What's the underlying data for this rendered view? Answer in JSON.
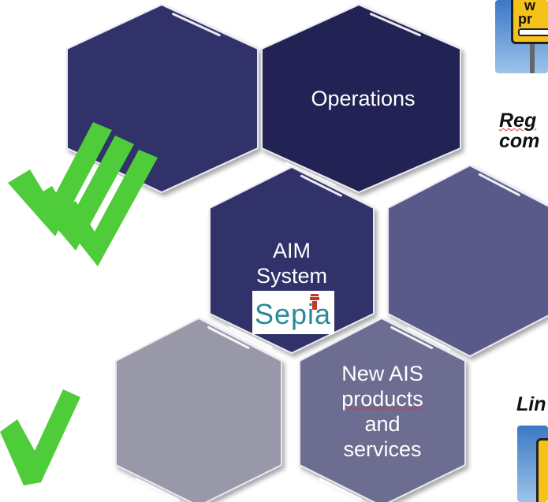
{
  "hexagons": [
    {
      "id": "top-left",
      "color": "#31316a",
      "text": []
    },
    {
      "id": "operations",
      "color": "#222255",
      "text": [
        "Operations"
      ]
    },
    {
      "id": "aim-system",
      "color": "#33336b",
      "text": [
        "AIM",
        "System"
      ]
    },
    {
      "id": "right",
      "color": "#5a5a8a",
      "text": []
    },
    {
      "id": "bottom-left",
      "color": "#9898a8",
      "text": []
    },
    {
      "id": "new-ais",
      "color": "#6d6d92",
      "text": [
        "New AIS",
        "products",
        "and",
        "services"
      ]
    }
  ],
  "logo": {
    "word": "Sepia",
    "color": "#2a8a99",
    "tower_color": "#c0392b"
  },
  "side_text": {
    "regulation": [
      "Reg",
      "com"
    ],
    "links": "Lin"
  },
  "signs": {
    "top_board": [
      "w",
      "pr"
    ]
  },
  "checkmarks": {
    "color": "#4fcc3a",
    "top_count": 3,
    "bottom_count": 1
  }
}
